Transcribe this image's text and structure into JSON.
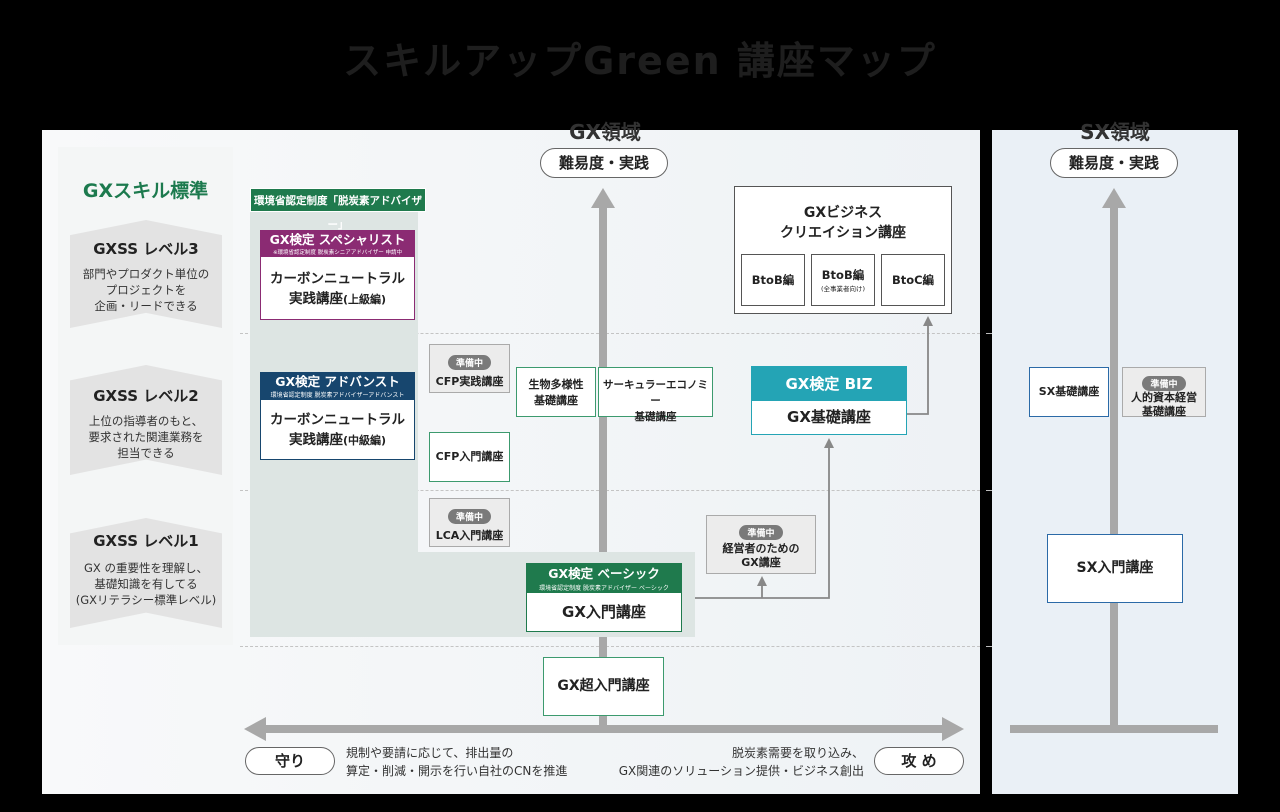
{
  "title": "スキルアップGreen 講座マップ",
  "gx_region": {
    "title": "GX領域",
    "axis_label": "難易度・実践"
  },
  "sx_region": {
    "title": "SX領域",
    "axis_label": "難易度・実践"
  },
  "skill_standard": {
    "title": "GXスキル標準",
    "levels": [
      {
        "name": "GXSS レベル3",
        "desc": [
          "部門やプロダクト単位の",
          "プロジェクトを",
          "企画・リードできる"
        ]
      },
      {
        "name": "GXSS レベル2",
        "desc": [
          "上位の指導者のもと、",
          "要求された関連業務を",
          "担当できる"
        ]
      },
      {
        "name": "GXSS レベル1",
        "desc": [
          "GX の重要性を理解し、",
          "基礎知識を有してる",
          "(GXリテラシー標準レベル)"
        ]
      }
    ]
  },
  "env_label": "環境省認定制度「脱炭素アドバイザー」",
  "specialist": {
    "header": "GX検定 スペシャリスト",
    "sub": "※環境省認定制度 脱炭素シニアアドバイザー 申請中",
    "line1": "カーボンニュートラル",
    "line2": "実践講座",
    "suffix": "(上級編)"
  },
  "advanced": {
    "header": "GX検定 アドバンスト",
    "sub": "環境省認定制度 脱炭素アドバイザーアドバンスト",
    "line1": "カーボンニュートラル",
    "line2": "実践講座",
    "suffix": "(中級編)"
  },
  "basic": {
    "header": "GX検定 ベーシック",
    "sub": "環境省認定制度 脱炭素アドバイザー ベーシック",
    "course": "GX入門講座"
  },
  "super_intro": "GX超入門講座",
  "preparing": "準備中",
  "cfp_practice": "CFP実践講座",
  "cfp_intro": "CFP入門講座",
  "lca_intro": "LCA入門講座",
  "biodiversity": [
    "生物多様性",
    "基礎講座"
  ],
  "circular": [
    "サーキュラーエコノミー",
    "基礎講座"
  ],
  "gx_biz": {
    "header": "GX検定 BIZ",
    "course": "GX基礎講座"
  },
  "executive": [
    "経営者のための",
    "GX講座"
  ],
  "gx_business": {
    "title": [
      "GXビジネス",
      "クリエイション講座"
    ],
    "btob": "BtoB編",
    "btob_all": "BtoB編",
    "btob_all_sub": "(全事業者向け)",
    "btoc": "BtoC編"
  },
  "sx_basic": "SX基礎講座",
  "human_capital": [
    "人的資本経営",
    "基礎講座"
  ],
  "sx_intro": "SX入門講座",
  "defense": {
    "label": "守り",
    "desc": [
      "規制や要請に応じて、排出量の",
      "算定・削減・開示を行い自社のCNを推進"
    ]
  },
  "offense": {
    "label": "攻 め",
    "desc": [
      "脱炭素需要を取り込み、",
      "GX関連のソリューション提供・ビジネス創出"
    ]
  },
  "colors": {
    "green": "#1f7a4d",
    "purple": "#8b2b73",
    "navy": "#17466e",
    "teal": "#24a4b5",
    "blue": "#2b6aa7"
  }
}
